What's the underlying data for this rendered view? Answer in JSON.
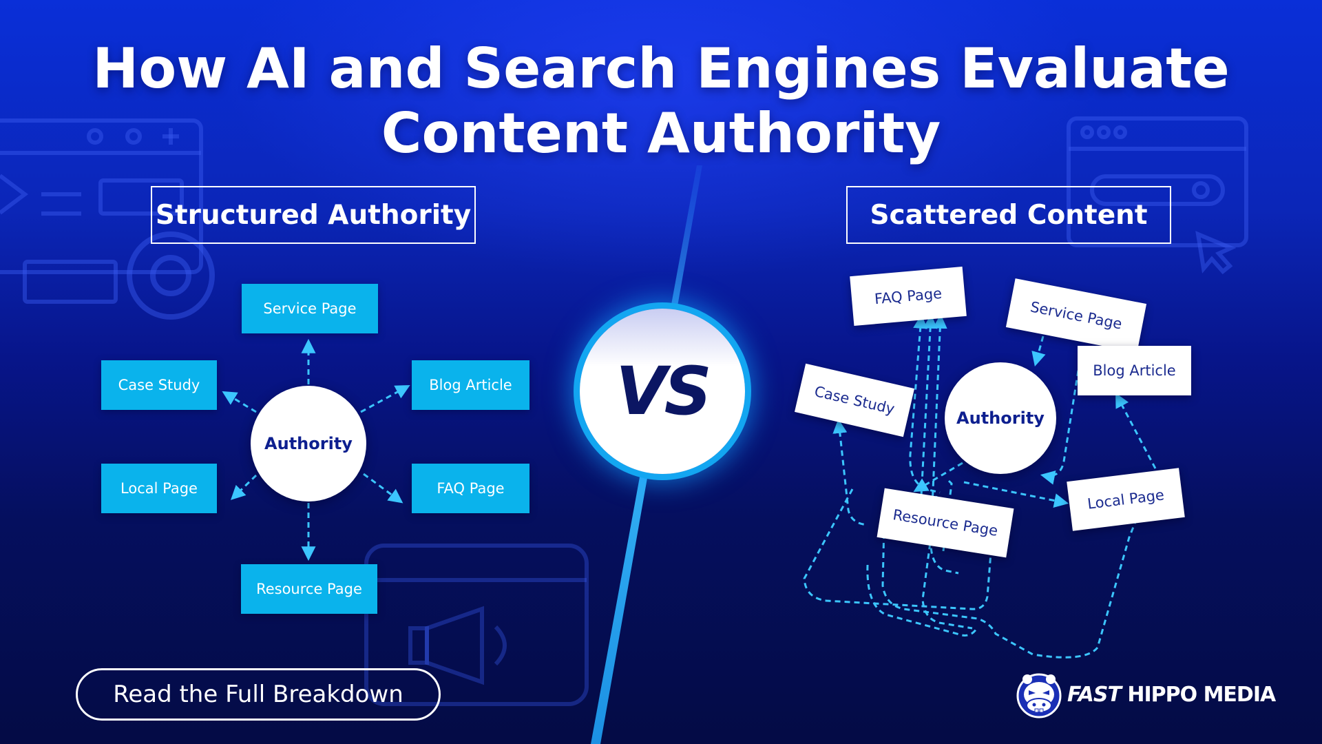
{
  "title": {
    "line1": "How AI and Search Engines Evaluate",
    "line2": "Content Authority"
  },
  "structured": {
    "heading": "Structured Authority",
    "hub": "Authority",
    "nodes": {
      "service": "Service Page",
      "case_study": "Case Study",
      "blog": "Blog Article",
      "local": "Local Page",
      "faq": "FAQ Page",
      "resource": "Resource Page"
    }
  },
  "scattered": {
    "heading": "Scattered Content",
    "hub": "Authority",
    "nodes": {
      "faq": "FAQ Page",
      "service": "Service Page",
      "blog": "Blog Article",
      "case_study": "Case Study",
      "resource": "Resource Page",
      "local": "Local Page"
    }
  },
  "vs_label": "VS",
  "cta_label": "Read the Full Breakdown",
  "logo": {
    "word1": "FAST",
    "word2": "HIPPO MEDIA"
  },
  "colors": {
    "node_cyan": "#0ab3ec",
    "hub_text": "#0d1f8f",
    "divider": "#13a6f1",
    "background_top": "#0a2fd8",
    "background_bottom": "#040b45"
  }
}
